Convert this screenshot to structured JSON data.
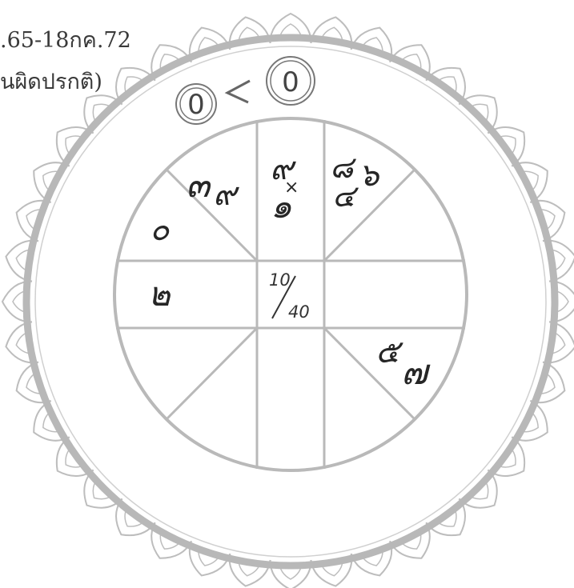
{
  "header": {
    "line1": ".65-18กค.72",
    "line2": "ันผิดปรกติ)"
  },
  "badges": {
    "outer": "0",
    "inner": "0"
  },
  "chart": {
    "cells": {
      "top_left_upper": "๓",
      "top_left_lower": "๙",
      "left_upper": "๐",
      "left_middle": "๒",
      "top_middle_upper": "๙",
      "top_middle_lower": "๑",
      "top_middle_mark": "×",
      "top_right_upper": "๘",
      "top_right_mid": "๖",
      "top_right_lower": "๔",
      "bottom_right_upper": "๕",
      "bottom_right_lower": "๗"
    },
    "center": {
      "numerator": "10",
      "denominator": "40"
    }
  },
  "colors": {
    "ring": "#b8b8b8",
    "lines": "#b9b9b9",
    "text": "#2a2a2a",
    "background": "#ffffff"
  }
}
